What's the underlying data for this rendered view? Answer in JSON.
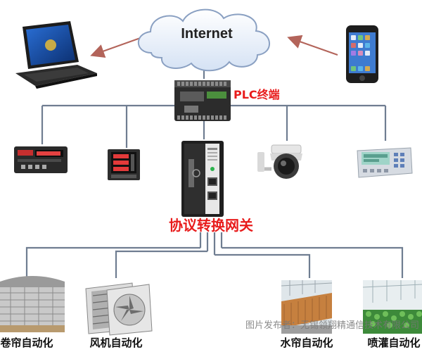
{
  "diagram": {
    "cloud_label": "Internet",
    "plc_label": "PLC终端",
    "gateway_label": "协议转换网关",
    "bottom_items": [
      {
        "label": "卷帘自动化"
      },
      {
        "label": "风机自动化"
      },
      {
        "label": "水帘自动化"
      },
      {
        "label": "喷灌自动化"
      }
    ],
    "devices": {
      "laptop": "laptop-icon",
      "phone": "smartphone-icon",
      "meter": "digital-meter-icon",
      "power_meter": "power-meter-icon",
      "camera": "dome-camera-icon",
      "controller": "weighing-controller-icon"
    },
    "credit": "图片发布者：无锡领翔精通信技术有限公司"
  },
  "colors": {
    "line": "#6f7d91",
    "arrow": "#b3645a",
    "label_red": "#e81c1c",
    "cloud_fill": "#e4edf9",
    "cloud_stroke": "#8aa0c2"
  }
}
